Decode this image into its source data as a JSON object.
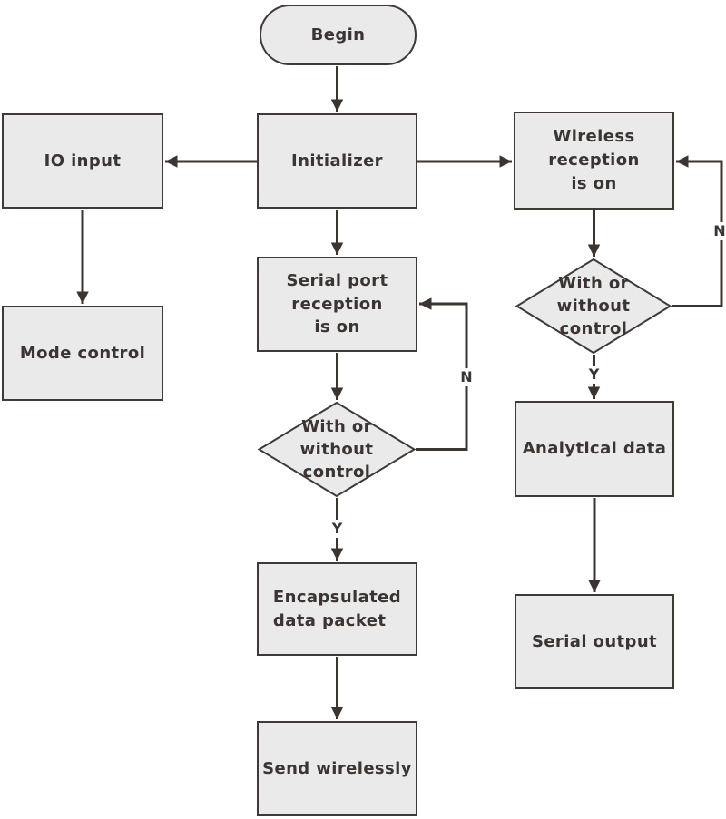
{
  "diagram": {
    "type": "flowchart",
    "nodes": {
      "begin": {
        "label": "Begin",
        "shape": "terminator"
      },
      "initializer": {
        "label": "Initializer",
        "shape": "process"
      },
      "io_input": {
        "label": "IO input",
        "shape": "process"
      },
      "mode_control": {
        "label": "Mode control",
        "shape": "process"
      },
      "wireless_reception": {
        "label": "Wireless\nreception\nis on",
        "shape": "process"
      },
      "serial_port_reception": {
        "label": "Serial port\nreception\nis on",
        "shape": "process"
      },
      "with_or_without_control_serial": {
        "label": "With or\nwithout\ncontrol",
        "shape": "decision"
      },
      "with_or_without_control_wireless": {
        "label": "With or\nwithout\ncontrol",
        "shape": "decision"
      },
      "encapsulated_data_packet": {
        "label": "Encapsulated\ndata packet",
        "shape": "process"
      },
      "send_wirelessly": {
        "label": "Send wirelessly",
        "shape": "process"
      },
      "analytical_data": {
        "label": "Analytical data",
        "shape": "process"
      },
      "serial_output": {
        "label": "Serial output",
        "shape": "process"
      }
    },
    "decision_labels": {
      "yes": "Y",
      "no": "N"
    }
  },
  "colors": {
    "node_fill": "#ebeaea",
    "node_stroke": "#3f3a38",
    "text": "#3a3432",
    "edge": "#3a3432",
    "bg": "#ffffff"
  }
}
